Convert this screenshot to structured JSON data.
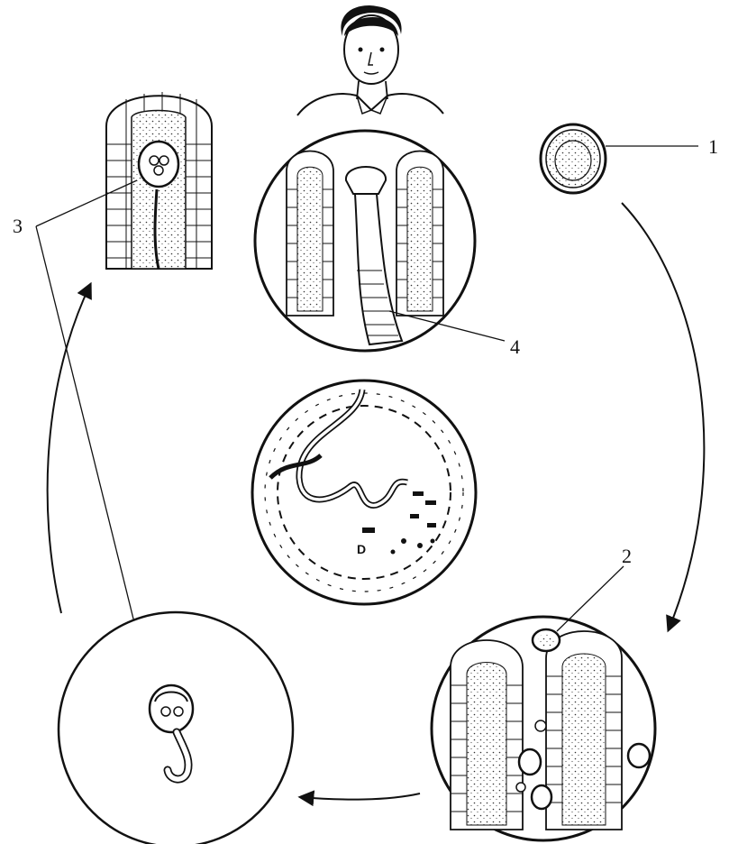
{
  "labels": {
    "label_1": "1",
    "label_2": "2",
    "label_3": "3",
    "label_4": "4",
    "lumen_letter": "D"
  },
  "colors": {
    "ink": "#111111",
    "background": "#ffffff"
  },
  "icons": [
    "human-head-icon",
    "egg-icon",
    "larva-icon"
  ]
}
